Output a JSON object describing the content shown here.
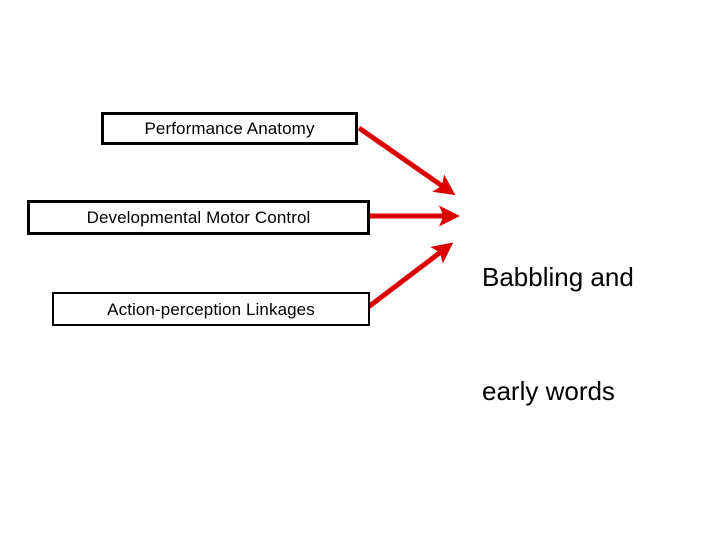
{
  "diagram": {
    "background_color": "#ffffff",
    "arrow_color": "#DD0000",
    "box_border_color": "#000000",
    "text_color": "#000000",
    "nodes": [
      {
        "id": "performance-anatomy",
        "label": "Performance Anatomy"
      },
      {
        "id": "developmental-motor-control",
        "label": "Developmental Motor Control"
      },
      {
        "id": "action-perception-linkages",
        "label": "Action-perception Linkages"
      }
    ],
    "outcome": {
      "line1": "Babbling and",
      "line2": "early words",
      "text": "Babbling and early words"
    },
    "arrows": [
      {
        "id": "arrow-performance-to-outcome",
        "from": "performance-anatomy",
        "to": "outcome",
        "direction": "down-right"
      },
      {
        "id": "arrow-motor-to-outcome",
        "from": "developmental-motor-control",
        "to": "outcome",
        "direction": "right"
      },
      {
        "id": "arrow-linkages-to-outcome",
        "from": "action-perception-linkages",
        "to": "outcome",
        "direction": "up-right"
      }
    ]
  }
}
